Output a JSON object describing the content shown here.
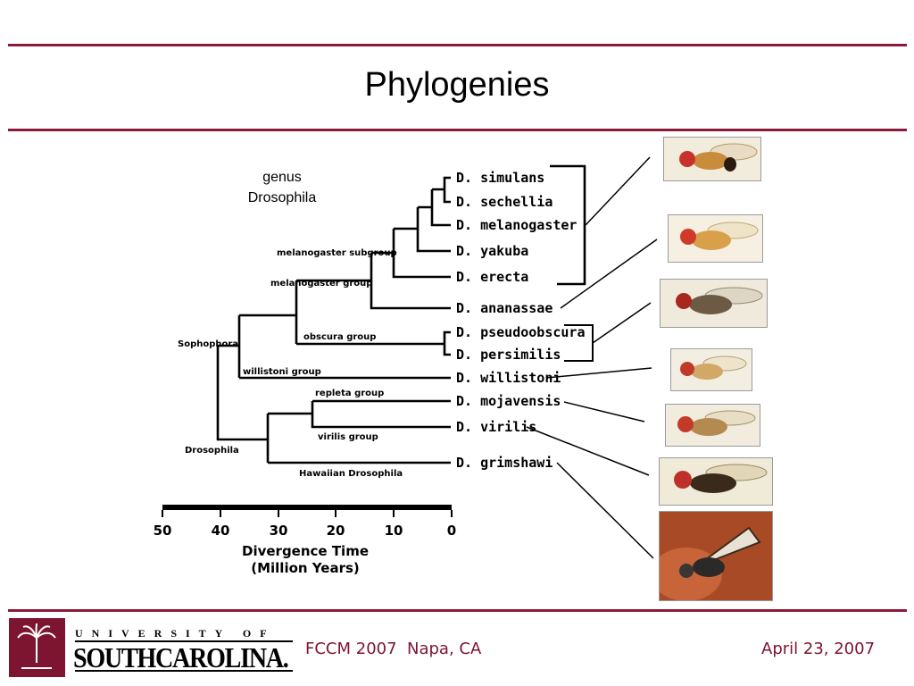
{
  "slide": {
    "title": "Phylogenies",
    "genus_label": [
      "genus",
      "Drosophila"
    ]
  },
  "tree": {
    "species": [
      "D. simulans",
      "D. sechellia",
      "D. melanogaster",
      "D. yakuba",
      "D. erecta",
      "D. ananassae",
      "D. pseudoobscura",
      "D. persimilis",
      "D. willistoni",
      "D. mojavensis",
      "D. virilis",
      "D. grimshawi"
    ],
    "clades": [
      "melanogaster subgroup",
      "melanogaster group",
      "obscura group",
      "Sophophora",
      "willistoni group",
      "repleta group",
      "virilis group",
      "Drosophila",
      "Hawaiian Drosophila"
    ]
  },
  "axis": {
    "ticks": [
      "50",
      "40",
      "30",
      "20",
      "10",
      "0"
    ],
    "title_line1": "Divergence Time",
    "title_line2": "(Million Years)"
  },
  "footer": {
    "university_top": "UNIVERSITY OF",
    "university_bottom": "SOUTHCAROLINA.",
    "event": "FCCM 2007  Napa, CA",
    "date": "April 23, 2007"
  },
  "colors": {
    "accent": "#8b1a3a",
    "logo_bg": "#7d1430"
  }
}
